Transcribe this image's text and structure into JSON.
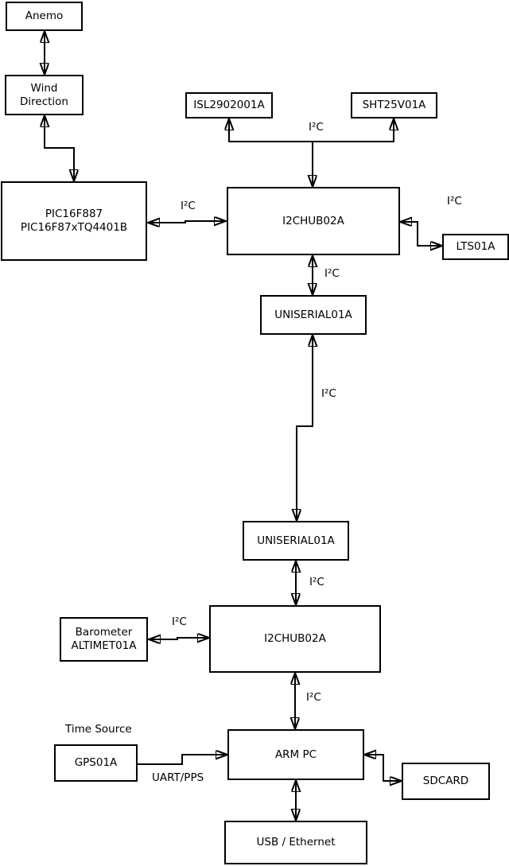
{
  "boxes": {
    "anemo": {
      "label": "Anemo"
    },
    "wind_direction": {
      "line1": "Wind",
      "line2": "Direction"
    },
    "pic": {
      "line1": "PIC16F887",
      "line2": "PIC16F87xTQ4401B"
    },
    "isl": {
      "label": "ISL2902001A"
    },
    "sht": {
      "label": "SHT25V01A"
    },
    "i2chub_top": {
      "label": "I2CHUB02A"
    },
    "lts": {
      "label": "LTS01A"
    },
    "uniserial_top": {
      "label": "UNISERIAL01A"
    },
    "uniserial_bottom": {
      "label": "UNISERIAL01A"
    },
    "barometer": {
      "line1": "Barometer",
      "line2": "ALTIMET01A"
    },
    "i2chub_bottom": {
      "label": "I2CHUB02A"
    },
    "arm_pc": {
      "label": "ARM PC"
    },
    "gps": {
      "label": "GPS01A"
    },
    "sdcard": {
      "label": "SDCARD"
    },
    "usb_ethernet": {
      "label": "USB / Ethernet"
    }
  },
  "edge_labels": {
    "i2c_top_bus": "I²C",
    "i2c_pic_hub": "I²C",
    "i2c_hub_lts": "I²C",
    "i2c_hub_uniserial": "I²C",
    "i2c_uniserial_link": "I²C",
    "i2c_uniserial_hub2": "I²C",
    "i2c_barometer_hub2": "I²C",
    "i2c_hub2_armpc": "I²C",
    "time_source": "Time Source",
    "uart_pps": "UART/PPS"
  },
  "colors": {
    "line": "#000000",
    "box_border": "#000000",
    "box_fill": "#ffffff",
    "background": "#ffffff",
    "text": "#000000"
  }
}
